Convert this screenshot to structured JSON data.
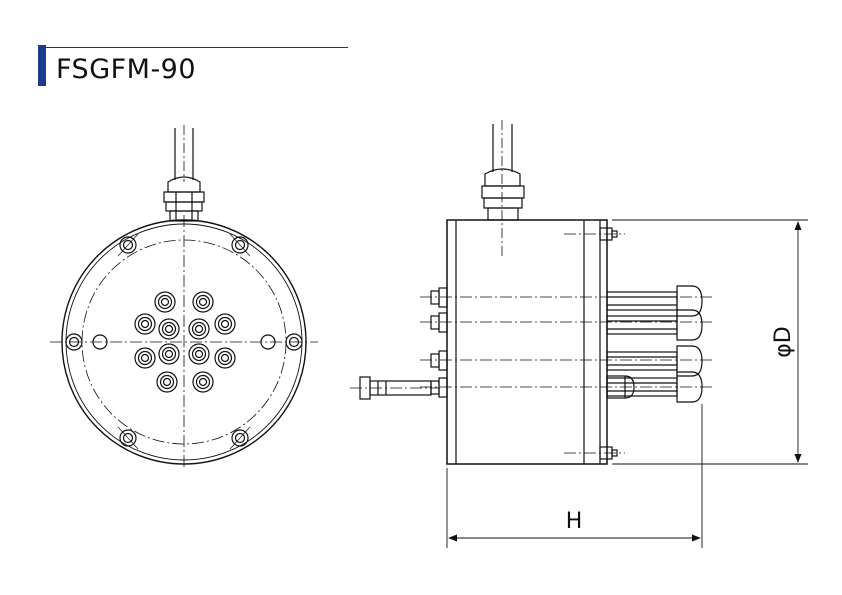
{
  "title": "FSGFM-90",
  "colors": {
    "accent": "#1e3a8a",
    "line": "#111111"
  },
  "dimensions": {
    "diameter_label": "φD",
    "height_label": "H"
  }
}
